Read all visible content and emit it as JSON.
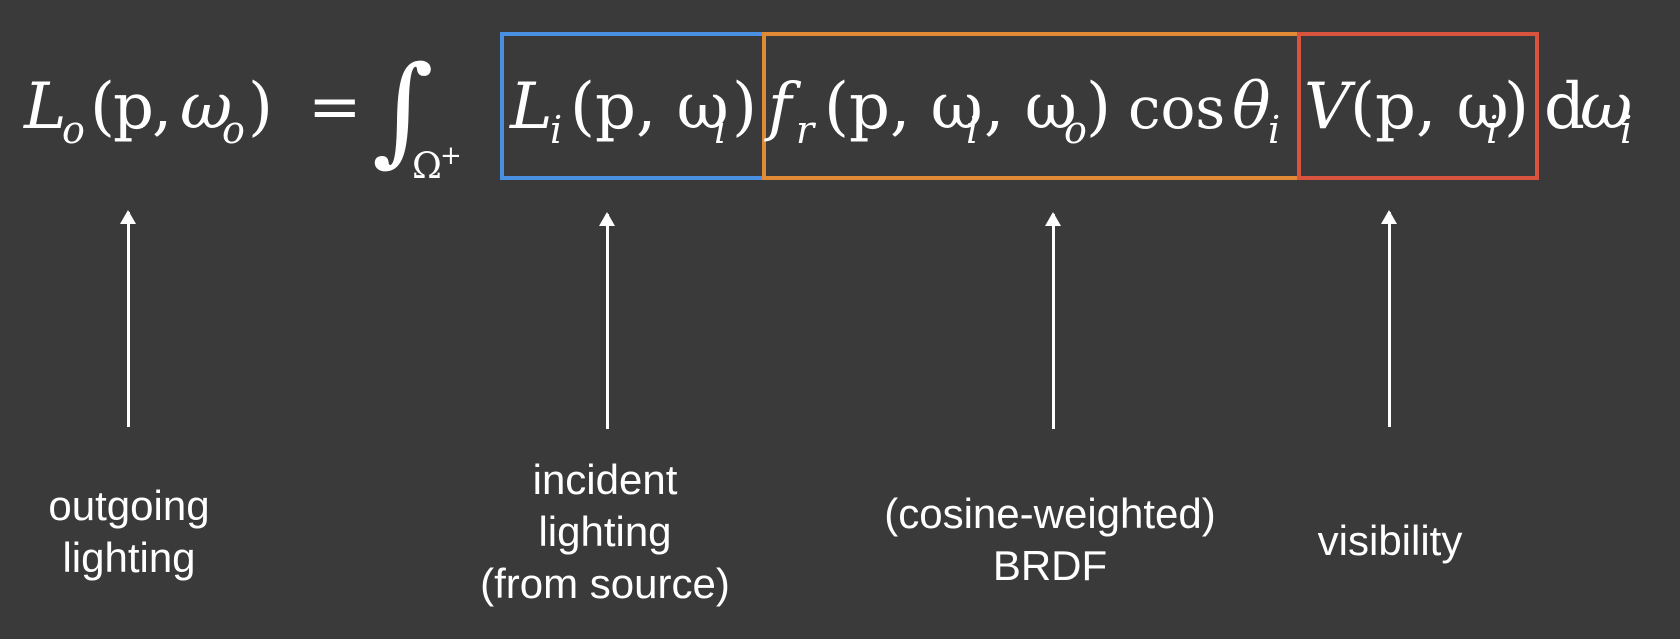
{
  "equation": {
    "lhs": {
      "L": "L",
      "L_sub": "o",
      "open_paren": "(",
      "p": "p",
      "comma": ",",
      "omega": "ω",
      "omega_sub": "o",
      "close_paren": ")"
    },
    "equals": "=",
    "integral": "∫",
    "integral_domain": "Ω",
    "integral_domain_sup": "+",
    "incident_term": {
      "L": "L",
      "sub": "i",
      "args": "(p, ω",
      "args_sub": "i",
      "close": ")"
    },
    "brdf_term": {
      "f": "f",
      "sub": "r",
      "args": "(p, ω",
      "args_sub1": "i",
      "args_mid": ", ω",
      "args_sub2": "o",
      "close": ")",
      "cos": "cos",
      "theta": "θ",
      "theta_sub": "i"
    },
    "visibility_term": {
      "V": "V",
      "args": "(p, ω",
      "args_sub": "i",
      "close": ")"
    },
    "differential": {
      "d": "d",
      "omega": "ω",
      "sub": "i"
    }
  },
  "box_colors": {
    "incident": "#4a90e2",
    "brdf": "#e08a35",
    "visibility": "#d9533f"
  },
  "labels": {
    "outgoing": [
      "outgoing",
      "lighting"
    ],
    "incident": [
      "incident",
      "lighting",
      "(from source)"
    ],
    "brdf": [
      "(cosine-weighted)",
      "BRDF"
    ],
    "visibility": [
      "visibility"
    ]
  }
}
